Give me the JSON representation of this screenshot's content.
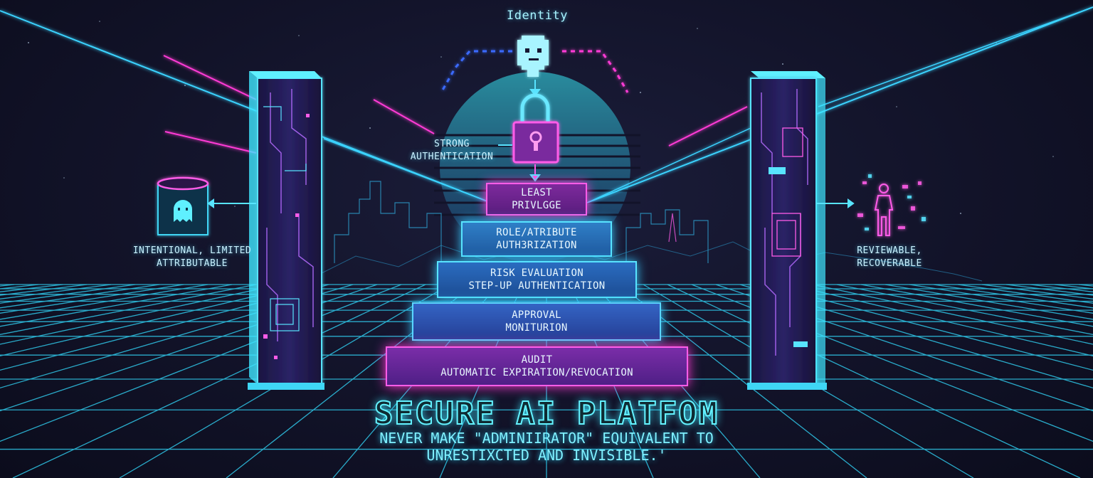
{
  "identity": {
    "label": "Identity",
    "icon": "pixel-head-icon"
  },
  "strong_auth": {
    "line1": "STRONG",
    "line2": "AUTHENTICATION",
    "icon": "padlock-icon"
  },
  "steps": [
    {
      "line1": "LEAST",
      "line2": "PRIVLGGE"
    },
    {
      "line1": "ROLE/ATRIBUTE",
      "line2": "AUTH3RIZATION"
    },
    {
      "line1": "RISK EVALUATION",
      "line2": "STEP-UP AUTHENTICATION"
    },
    {
      "line1": "APPROVAL",
      "line2": "MONITURION"
    },
    {
      "line1": "AUDIT",
      "line2": "AUTOMATIC EXPIRATION/REVOCATION"
    }
  ],
  "left_node": {
    "line1": "INTENTIONAL, LIMITED",
    "line2": "ATTRIBUTABLE",
    "icon": "ghost-cylinder-icon"
  },
  "right_node": {
    "line1": "REVIEWABLE,",
    "line2": "RECOVERABLE",
    "icon": "person-glitch-icon"
  },
  "title": "SECURE AI PLATFOM",
  "subtitle": {
    "line1": "NEVER MAKE \"ADMINIIRATOR\" EQUIVALENT TO",
    "line2": "UNRESTIXCTED AND INVISIBLE.'"
  },
  "colors": {
    "cyan": "#58e4ff",
    "magenta": "#ff5ce8",
    "grid": "#2fc7e8",
    "background": "#121329"
  }
}
